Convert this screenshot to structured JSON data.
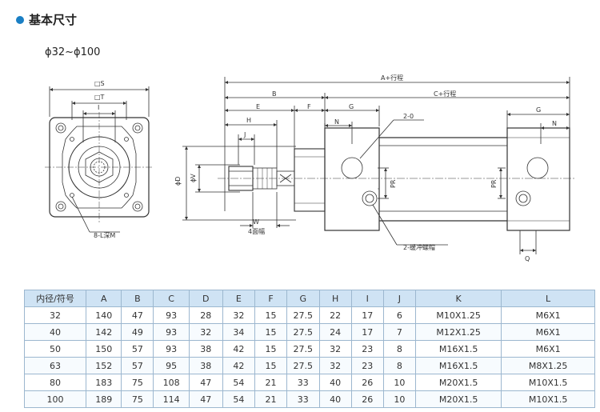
{
  "section": {
    "title": "基本尺寸",
    "range": "ϕ32~ϕ100"
  },
  "colors": {
    "bullet": "#1a7fc4",
    "header_bg": "#cfe3f4",
    "grid": "#9cb7cf"
  },
  "drawing": {
    "front": {
      "s": "□S",
      "t": "□T",
      "i": "I",
      "bolt": "8-L深M"
    },
    "side": {
      "a_stroke": "A+行程",
      "b": "B",
      "c_stroke": "C+行程",
      "e": "E",
      "f": "F",
      "g": "G",
      "g2": "G",
      "h": "H",
      "j": "J",
      "n": "N",
      "n2": "N",
      "port": "2-0",
      "d": "ϕD",
      "v": "ϕV",
      "pr": "PR",
      "pr2": "PR",
      "w": "W",
      "w_note": "4面幅",
      "cushion": "2-缓冲螺帽",
      "q": "Q"
    }
  },
  "table": {
    "headers": [
      "内径/符号",
      "A",
      "B",
      "C",
      "D",
      "E",
      "F",
      "G",
      "H",
      "I",
      "J",
      "K",
      "L"
    ],
    "rows": [
      [
        "32",
        "140",
        "47",
        "93",
        "28",
        "32",
        "15",
        "27.5",
        "22",
        "17",
        "6",
        "M10X1.25",
        "M6X1"
      ],
      [
        "40",
        "142",
        "49",
        "93",
        "32",
        "34",
        "15",
        "27.5",
        "24",
        "17",
        "7",
        "M12X1.25",
        "M6X1"
      ],
      [
        "50",
        "150",
        "57",
        "93",
        "38",
        "42",
        "15",
        "27.5",
        "32",
        "23",
        "8",
        "M16X1.5",
        "M6X1"
      ],
      [
        "63",
        "152",
        "57",
        "95",
        "38",
        "42",
        "15",
        "27.5",
        "32",
        "23",
        "8",
        "M16X1.5",
        "M8X1.25"
      ],
      [
        "80",
        "183",
        "75",
        "108",
        "47",
        "54",
        "21",
        "33",
        "40",
        "26",
        "10",
        "M20X1.5",
        "M10X1.5"
      ],
      [
        "100",
        "189",
        "75",
        "114",
        "47",
        "54",
        "21",
        "33",
        "40",
        "26",
        "10",
        "M20X1.5",
        "M10X1.5"
      ]
    ]
  }
}
